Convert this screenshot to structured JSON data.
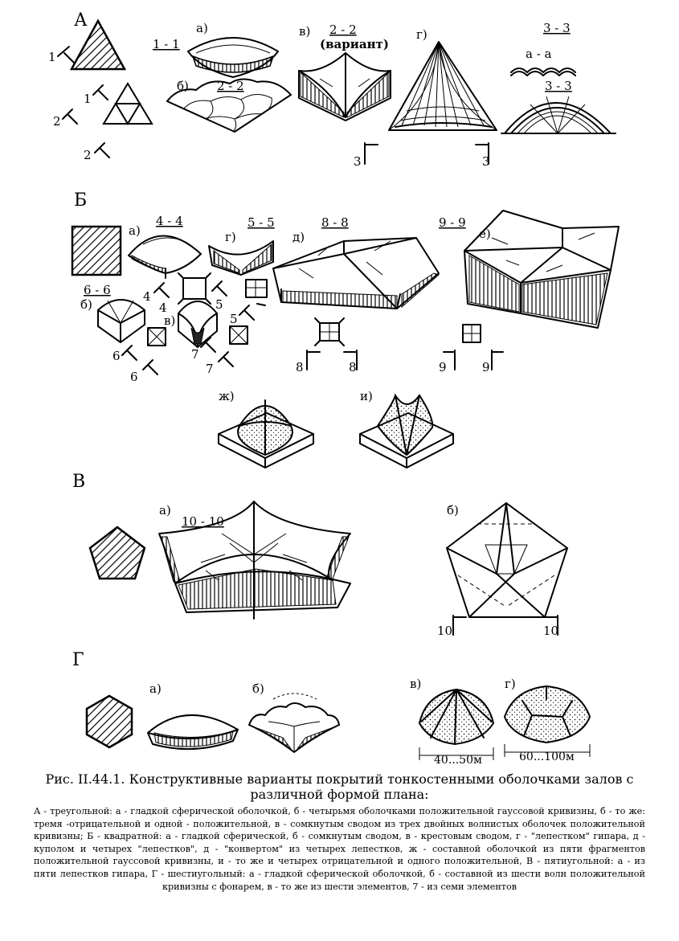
{
  "sections": [
    {
      "letter": "А",
      "labels": {
        "cut_1_1": "1 - 1",
        "cut_2_2": "2 - 2",
        "cut_2_2_variant": "2 - 2",
        "variant": "(вариант)",
        "cut_3_3_top": "3 - 3",
        "cut_a_a": "а - а",
        "cut_3_3": "3 - 3",
        "a": "а)",
        "b": "б)",
        "v": "в)",
        "g": "г)",
        "n1": "1",
        "n1b": "1",
        "n2a": "2",
        "n2b": "2",
        "n3a": "3",
        "n3b": "3"
      }
    },
    {
      "letter": "Б",
      "labels": {
        "cut_4_4": "4 - 4",
        "cut_5_5": "5 - 5",
        "cut_8_8": "8 - 8",
        "cut_9_9": "9 - 9",
        "cut_6_6": "6 - 6",
        "a": "а)",
        "b": "б)",
        "v": "в)",
        "g": "г)",
        "d": "д)",
        "e": "е)",
        "zh": "ж)",
        "i": "и)",
        "n4a": "4",
        "n4b": "4",
        "n5a": "5",
        "n5b": "5",
        "n6a": "6",
        "n6b": "6",
        "n7a": "7",
        "n7b": "7",
        "n8a": "8",
        "n8b": "8",
        "n9a": "9",
        "n9b": "9"
      }
    },
    {
      "letter": "В",
      "labels": {
        "a": "а)",
        "cut_10_10": "10 - 10",
        "b": "б)",
        "n10a": "10",
        "n10b": "10"
      }
    },
    {
      "letter": "Г",
      "labels": {
        "a": "а)",
        "b": "б)",
        "v": "в)",
        "g": "г)",
        "dim_v": "40...50м",
        "dim_g": "60...100м"
      }
    }
  ],
  "caption": {
    "title": "Рис. II.44.1. Конструктивные варианты покрытий тонкостенными оболочками залов с различной формой плана:",
    "body": "А - треугольной: а - гладкой сферической оболочкой, б - четырьмя оболочками положительной гауссовой кривизны, б - то же: тремя -отрицательной и одной - положительной, в - сомкнутым сводом из трех двойных волнистых оболочек положительной кривизны; Б - квадратной: а - гладкой сферической, б - сомкнутым сводом, в - крестовым сводом, г - \"лепестком\" гипара, д - куполом и четырех \"лепестков\", д - \"конвертом\" из четырех лепестков, ж - составной оболочкой из пяти фрагментов положительной гауссовой кривизны, и - то же и четырех отрицательной и одного положительной, В - пятиугольной: а - из пяти лепестков гипара, Г - шестиугольный: а - гладкой сферической оболочкой, б - составной из шести волн положительной кривизны с фонарем, в - то же из шести элементов, 7 - из семи элементов"
  }
}
